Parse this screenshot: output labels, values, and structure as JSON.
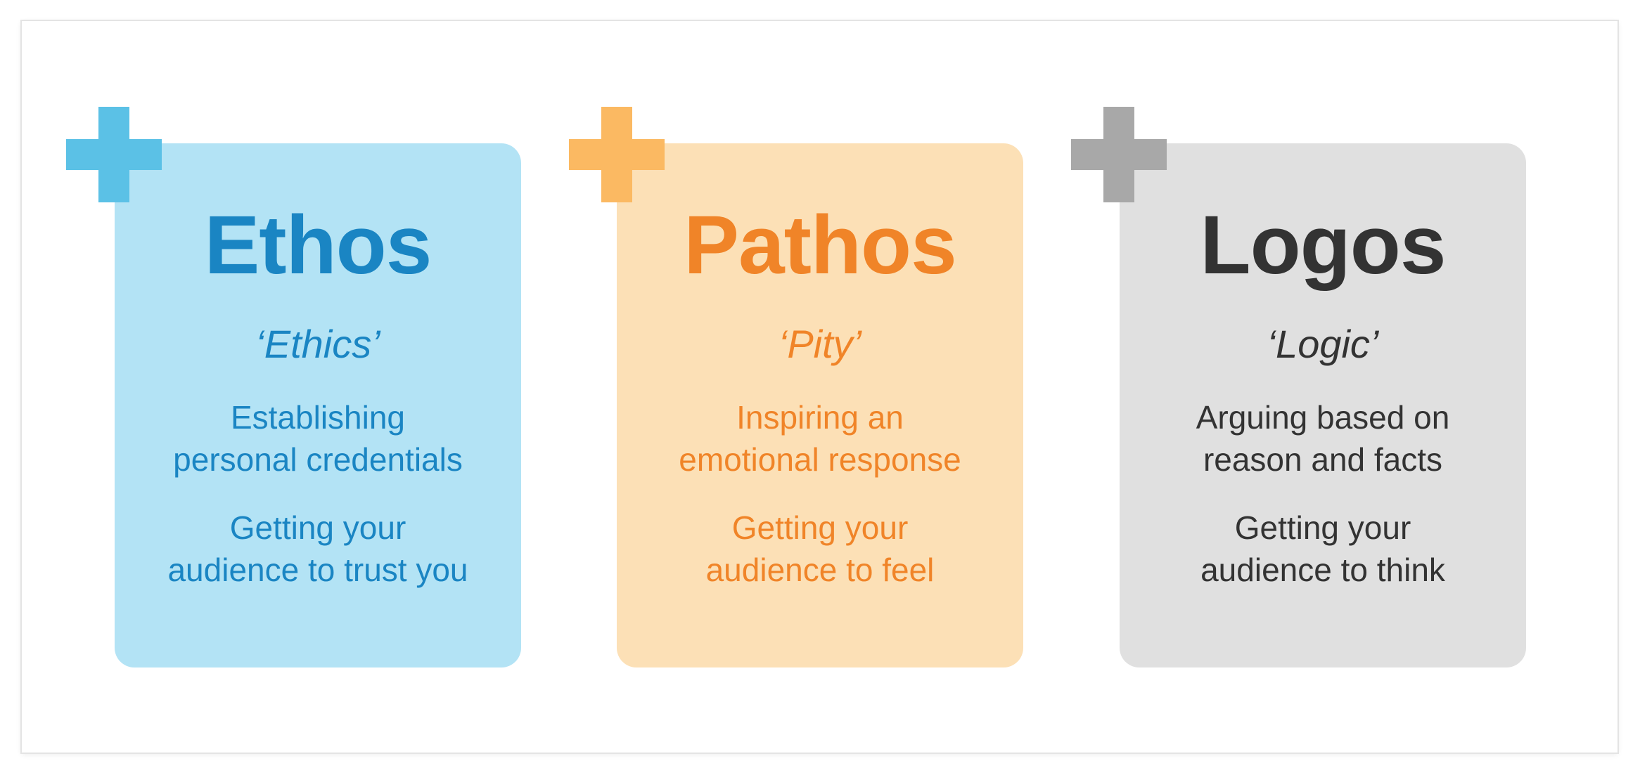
{
  "cards": [
    {
      "id": "ethos",
      "title": "Ethos",
      "subtitle": "‘Ethics’",
      "desc1": [
        "Establishing",
        "personal credentials"
      ],
      "desc2": [
        "Getting your",
        "audience to trust you"
      ],
      "colors": {
        "bg": "#b3e3f5",
        "text": "#1a85c3",
        "plus": "#5bc1e6"
      }
    },
    {
      "id": "pathos",
      "title": "Pathos",
      "subtitle": "‘Pity’",
      "desc1": [
        "Inspiring an",
        "emotional response"
      ],
      "desc2": [
        "Getting your",
        "audience to feel"
      ],
      "colors": {
        "bg": "#fce0b6",
        "text": "#f08428",
        "plus": "#fbb962"
      }
    },
    {
      "id": "logos",
      "title": "Logos",
      "subtitle": "‘Logic’",
      "desc1": [
        "Arguing based on",
        "reason and facts"
      ],
      "desc2": [
        "Getting your",
        "audience to think"
      ],
      "colors": {
        "bg": "#e0e0e0",
        "text": "#333333",
        "plus": "#a8a8a8"
      }
    }
  ],
  "icons": {
    "plus": "plus-icon"
  }
}
